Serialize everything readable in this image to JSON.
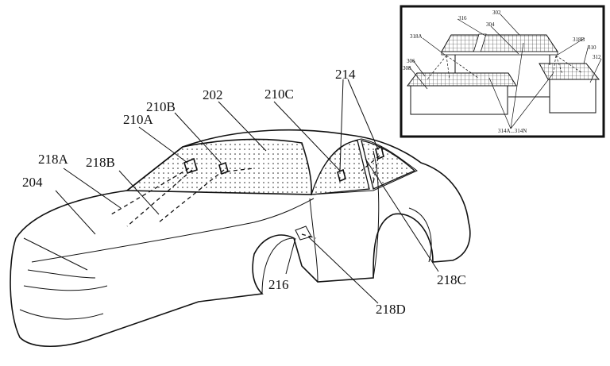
{
  "figure": {
    "main_labels": {
      "l202": "202",
      "l204": "204",
      "l210a": "210A",
      "l210b": "210B",
      "l210c": "210C",
      "l214": "214",
      "l216": "216",
      "l218a": "218A",
      "l218b": "218B",
      "l218c": "218C",
      "l218d": "218D"
    },
    "inset_labels": {
      "l302": "302",
      "l304": "304",
      "l306": "306",
      "l308": "308",
      "l310": "310",
      "l312": "312",
      "l316": "316",
      "l318a": "318A",
      "l318b": "318B",
      "l314": "314A...314N"
    }
  }
}
